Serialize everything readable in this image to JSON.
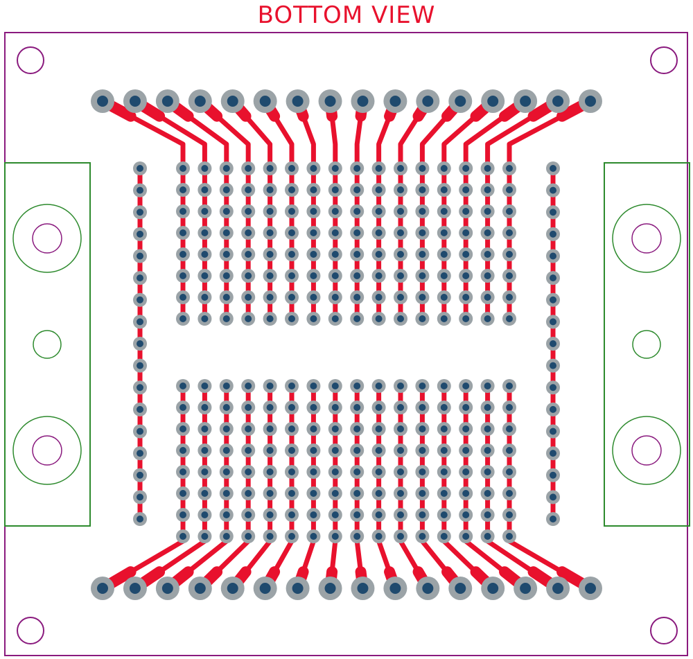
{
  "title": "BOTTOM VIEW",
  "colors": {
    "outline": "#8a1a7e",
    "bracket": "#2d8a2d",
    "trace": "#e8112d",
    "pad": "#9ba3a7",
    "drill": "#1f4a6e",
    "title": "#e8112d"
  },
  "board": {
    "header_pins_per_side": 16,
    "proto_columns": 16,
    "proto_rows_per_block": 8,
    "rail_holes_per_side": 17
  }
}
